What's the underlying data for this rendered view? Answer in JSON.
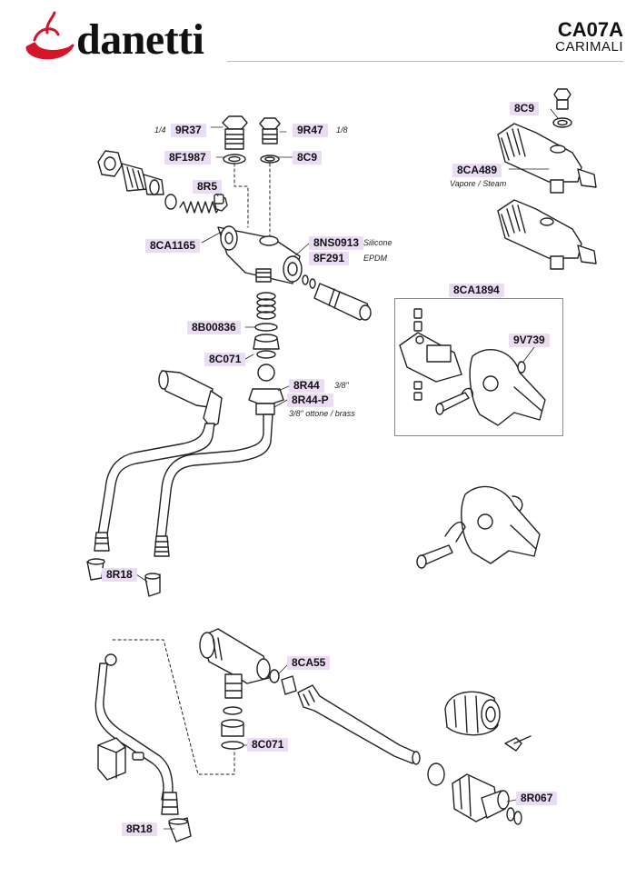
{
  "header": {
    "brand": "danetti",
    "model": "CA07A",
    "manufacturer": "CARIMALI"
  },
  "colors": {
    "brand_red": "#d6142a",
    "tag_background": "#e9dcf3",
    "line": "#222222"
  },
  "parts": {
    "p9R37": "9R37",
    "p9R47": "9R47",
    "p8F1987": "8F1987",
    "p8C9a": "8C9",
    "p8R5": "8R5",
    "p8CA1165": "8CA1165",
    "p8NS0913": "8NS0913",
    "p8F291": "8F291",
    "p8B00836": "8B00836",
    "p8C071a": "8C071",
    "p8R44": "8R44",
    "p8R44P": "8R44-P",
    "p8R18a": "8R18",
    "p8C9b": "8C9",
    "p8CA489": "8CA489",
    "p8CA1894": "8CA1894",
    "p9V739": "9V739",
    "p8CA55": "8CA55",
    "p8C071b": "8C071",
    "p8R18b": "8R18",
    "p8R067": "8R067"
  },
  "notes": {
    "quarter": "1/4",
    "eighth": "1/8",
    "silicone": "Silicone",
    "epdm": "EPDM",
    "three_eighths": "3/8\"",
    "brass": "3/8\" ottone / brass",
    "vapore": "Vapore / Steam"
  }
}
